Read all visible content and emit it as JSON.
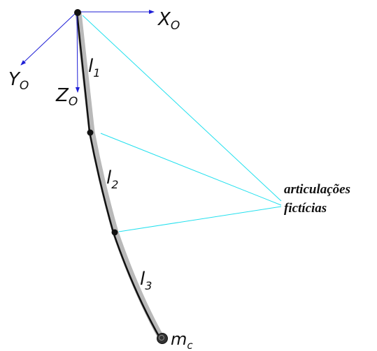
{
  "colors": {
    "axis": "#1f1fd6",
    "annotation_line": "#22e0ee",
    "link_outline": "#111111",
    "link_fill": "#b9b9b9",
    "joint": "#111111"
  },
  "axes": {
    "x_label": "X",
    "x_sub": "O",
    "y_label": "Y",
    "y_sub": "O",
    "z_label": "Z",
    "z_sub": "O"
  },
  "links": [
    {
      "label": "l",
      "sub": "1"
    },
    {
      "label": "l",
      "sub": "2"
    },
    {
      "label": "l",
      "sub": "3"
    }
  ],
  "mass": {
    "label": "m",
    "sub": "c"
  },
  "annotation": {
    "line1": "articulações",
    "line2": "fictícias"
  }
}
